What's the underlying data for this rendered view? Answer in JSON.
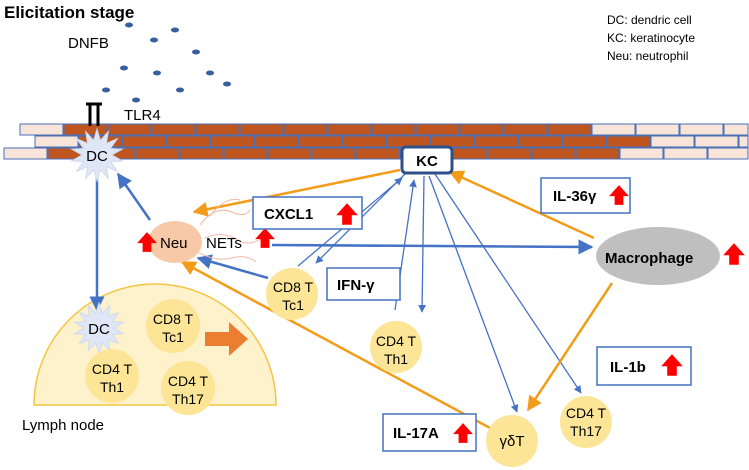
{
  "title": "Elicitation stage",
  "dnfb": "DNFB",
  "tlr4": "TLR4",
  "legend": [
    "DC: dendric cell",
    "KC: keratinocyte",
    "Neu: neutrophil"
  ],
  "cells": {
    "dc_skin": "DC",
    "kc": "KC",
    "neu": "Neu",
    "nets": "NETs",
    "macrophage": "Macrophage",
    "gdt": "γδT",
    "ln_dc": "DC",
    "ln_cd8": [
      "CD8 T",
      "Tc1"
    ],
    "ln_cd4_th1": [
      "CD4 T",
      "Th1"
    ],
    "ln_cd4_th17": [
      "CD4 T",
      "Th17"
    ],
    "mid_cd8": [
      "CD8 T",
      "Tc1"
    ],
    "mid_cd4_th1": [
      "CD4 T",
      "Th1"
    ],
    "right_cd4_th17": [
      "CD4 T",
      "Th17"
    ]
  },
  "cytokines": {
    "cxcl1": "CXCL1",
    "ifng": "IFN-γ",
    "il36g": "IL-36γ",
    "il1b": "IL-1b",
    "il17a": "IL-17A"
  },
  "lymph_node": "Lymph node",
  "colors": {
    "brick": "#c0561f",
    "brick_light": "#f8e4d8",
    "blue_arrow": "#4472c4",
    "orange_arrow": "#f39c1a",
    "big_arrow": "#ed7d31",
    "up_arrow": "#ff0000",
    "cell_yellow": "#fde597",
    "lymph_fill": "#fdf2cc",
    "lymph_stroke": "#f5c542",
    "macrophage_gray": "#bfbfbf",
    "neu_fill": "#f8c9a8",
    "dc_fill": "#dfe7f7",
    "kc_border": "#2e4f8a"
  }
}
